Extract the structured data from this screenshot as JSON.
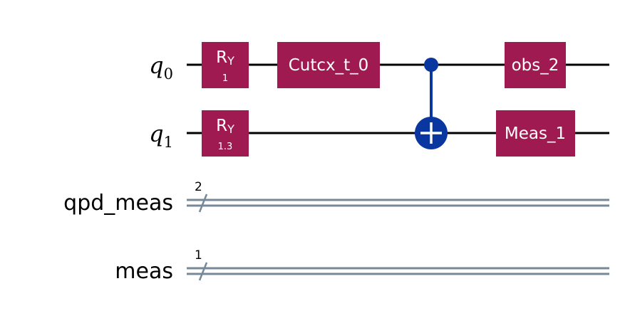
{
  "qubits": [
    {
      "name": "q",
      "index": "0"
    },
    {
      "name": "q",
      "index": "1"
    }
  ],
  "classical_registers": [
    {
      "name": "qpd_meas",
      "size": "2"
    },
    {
      "name": "meas",
      "size": "1"
    }
  ],
  "gates": {
    "ry_q0": {
      "base": "R",
      "sub": "Y",
      "param": "1"
    },
    "ry_q1": {
      "base": "R",
      "sub": "Y",
      "param": "1.3"
    },
    "cutcx": {
      "label": "Cutcx_t_0"
    },
    "obs": {
      "label": "obs_2"
    },
    "meas": {
      "label": "Meas_1"
    }
  },
  "colors": {
    "gate_fill": "#a01a52",
    "control": "#0a36a0",
    "wire": "#000000",
    "classical_wire": "#778899"
  }
}
